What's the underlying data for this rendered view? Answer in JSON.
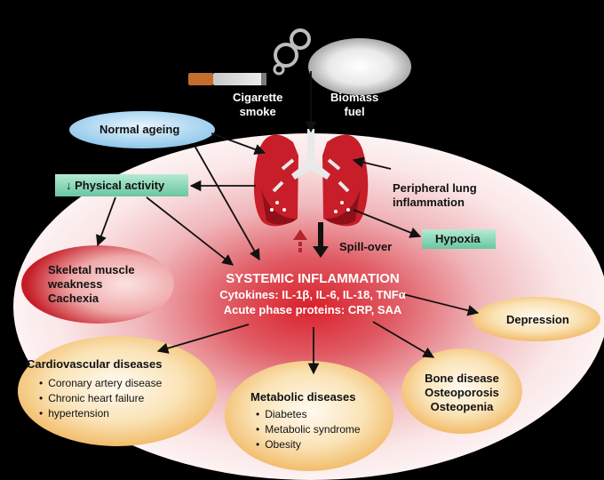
{
  "sources": {
    "cigarette": [
      "Cigarette",
      "smoke"
    ],
    "biomass": [
      "Biomass",
      "fuel"
    ]
  },
  "normal_ageing": "Normal ageing",
  "physical_activity": "↓ Physical activity",
  "peripheral": [
    "Peripheral lung",
    "inflammation"
  ],
  "hypoxia": "Hypoxia",
  "spillover": "Spill-over",
  "skeletal": [
    "Skeletal muscle",
    "weakness",
    "Cachexia"
  ],
  "systemic": {
    "title": "SYSTEMIC INFLAMMATION",
    "line1": "Cytokines: IL-1β, IL-6, IL-18, TNFα",
    "line2": "Acute phase proteins: CRP, SAA"
  },
  "depression": "Depression",
  "cardio": {
    "title": "Cardiovascular diseases",
    "items": [
      "Coronary artery disease",
      "Chronic heart failure",
      "hypertension"
    ]
  },
  "metabolic": {
    "title": "Metabolic diseases",
    "items": [
      "Diabetes",
      "Metabolic syndrome",
      "Obesity"
    ]
  },
  "bone": [
    "Bone disease",
    "Osteoporosis",
    "Osteopenia"
  ],
  "colors": {
    "background": "#000000",
    "inflammation_core": "#d9202a",
    "ellipse_orange": "#f3c47c",
    "ellipse_blue": "#8fc7ea",
    "box_green": "#7fd3b0",
    "lung_red": "#c81e2a"
  },
  "icons": [
    "cigarette-icon",
    "smoke-icon",
    "lungs-icon"
  ]
}
